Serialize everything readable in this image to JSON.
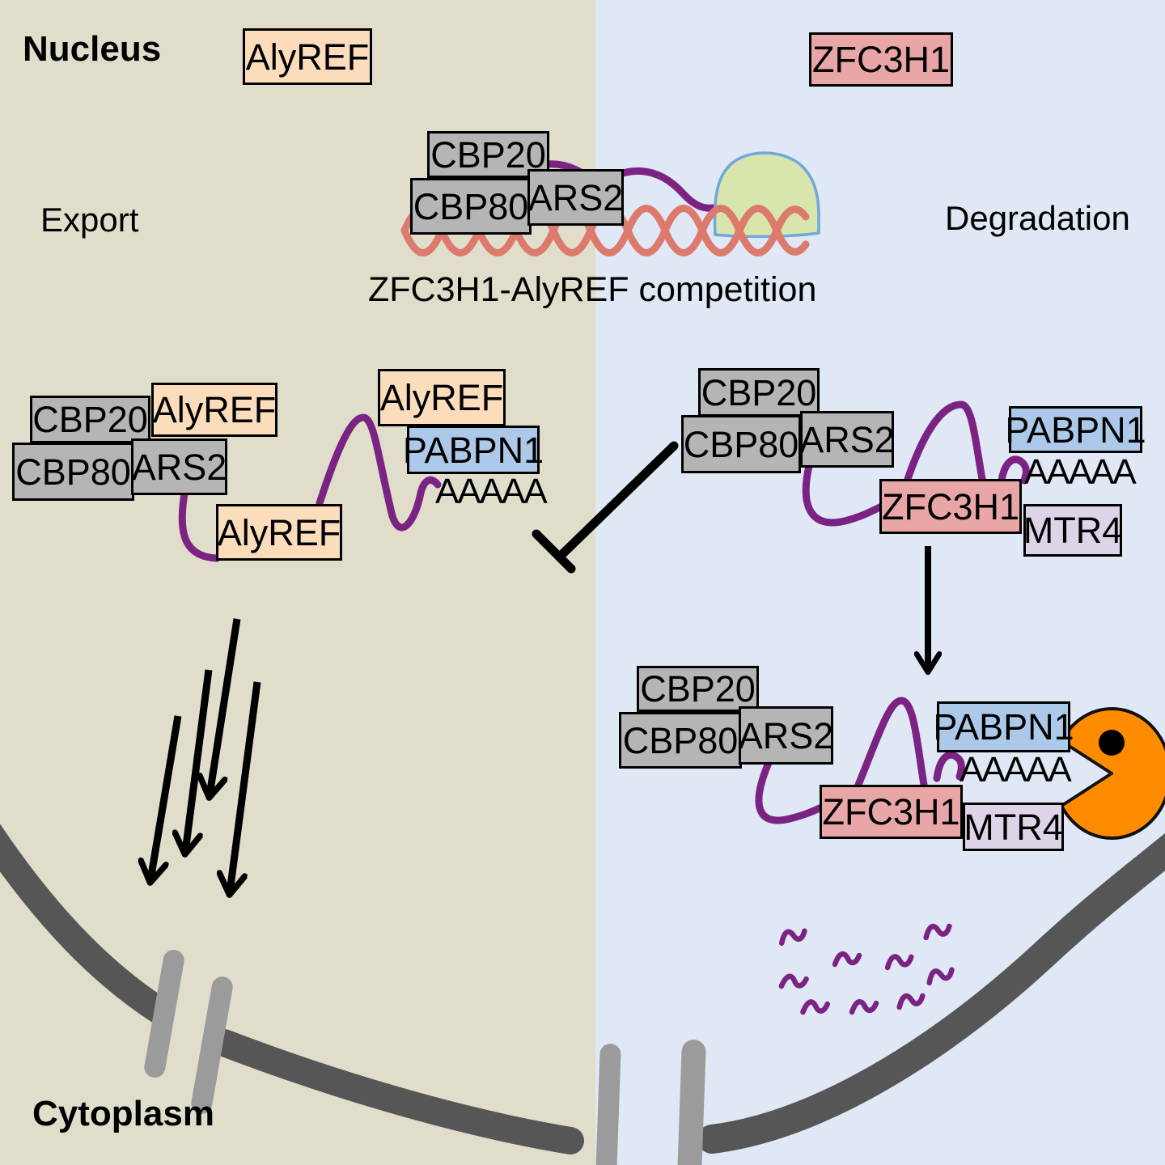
{
  "labels": {
    "nucleus": "Nucleus",
    "cytoplasm": "Cytoplasm",
    "export": "Export",
    "degradation": "Degradation",
    "competition": "ZFC3H1-AlyREF competition"
  },
  "proteins": {
    "alyref": "AlyREF",
    "zfc3h1": "ZFC3H1",
    "cbp20": "CBP20",
    "cbp80": "CBP80",
    "ars2": "ARS2",
    "pabpn1": "PABPN1",
    "mtr4": "MTR4"
  },
  "rna": {
    "polya_tail": "AAAAA"
  },
  "icons": {
    "exosome": "pacman-exosome-icon",
    "polymerase": "rna-polymerase-dome-icon",
    "pore": "nuclear-pore-bars-icon"
  },
  "colors": {
    "nucleus_export_bg": "#e0decb",
    "nucleus_degradation_bg": "#dfe8f4",
    "protein_gray": "#b5b5b5",
    "alyref_peach": "#fbdcbb",
    "zfc3h1_pink": "#e9a6a6",
    "pabpn1_blue": "#adc9e9",
    "mtr4_lavender": "#ddd4e8",
    "mrna_purple": "#7b2382",
    "dna_salmon": "#dc7a6d",
    "polymerase_green": "#d8e5ac",
    "polymerase_border_blue": "#6fa8dc",
    "exosome_orange": "#ff8b00",
    "envelope_gray": "#565656",
    "pore_gray": "#9b9b9b",
    "line_black": "#000000"
  }
}
